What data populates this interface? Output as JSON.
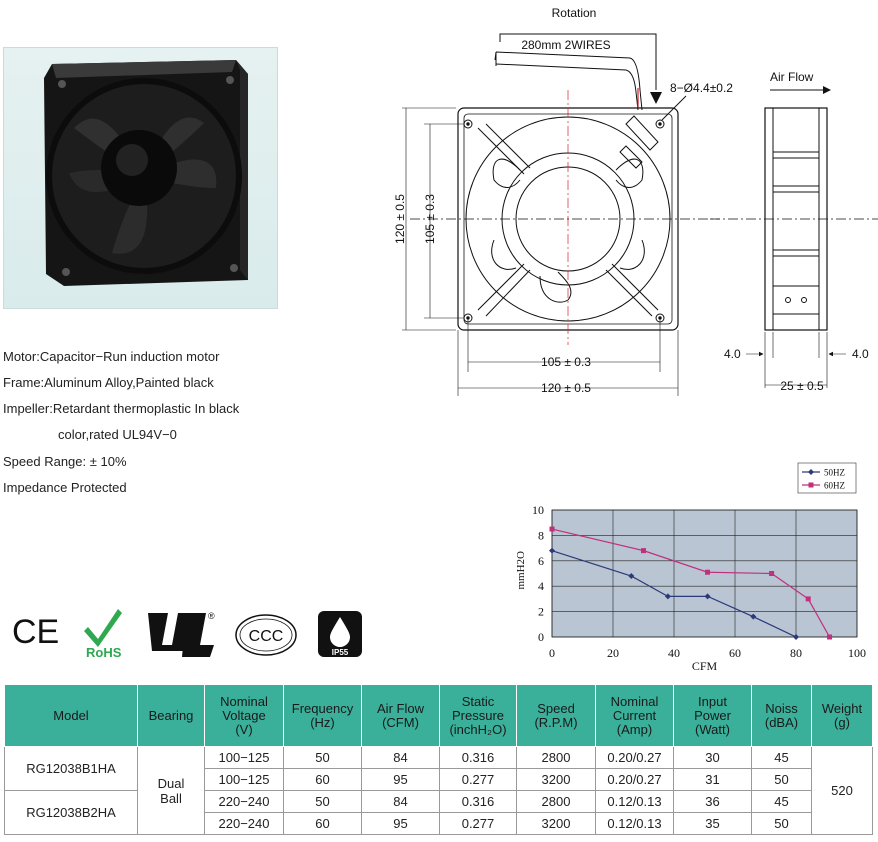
{
  "drawing": {
    "rotation": "Rotation",
    "wire": "280mm 2WIRES",
    "holes": "8−Ø4.4±0.2",
    "airflow": "Air Flow",
    "dim_120_v": "120 ± 0.5",
    "dim_105_v": "105 ± 0.3",
    "dim_105_h": "105 ± 0.3",
    "dim_120_h": "120 ± 0.5",
    "dim_4_left": "4.0",
    "dim_4_right": "4.0",
    "dim_25": "25 ± 0.5"
  },
  "specs": [
    "Motor:Capacitor−Run induction motor",
    "Frame:Aluminum Alloy,Painted black",
    "Impeller:Retardant thermoplastic In black",
    "color,rated UL94V−0",
    "Speed Range: ± 10%",
    "Impedance Protected"
  ],
  "certs": {
    "ce": "CE",
    "rohs": "RoHS",
    "ccc": "CCC",
    "ip": "IP55"
  },
  "chart_data": {
    "type": "line",
    "xlabel": "CFM",
    "ylabel": "mmH2O",
    "xlim": [
      0,
      100
    ],
    "ylim": [
      0,
      10
    ],
    "xticks": [
      0,
      20,
      40,
      60,
      80,
      100
    ],
    "yticks": [
      0,
      2,
      4,
      6,
      8,
      10
    ],
    "grid": true,
    "legend_position": "top-right",
    "series": [
      {
        "name": "50HZ",
        "color": "#2d3a7a",
        "x": [
          0,
          26,
          38,
          51,
          66,
          80
        ],
        "y": [
          6.8,
          4.8,
          3.2,
          3.2,
          1.6,
          0
        ]
      },
      {
        "name": "60HZ",
        "color": "#c0307e",
        "x": [
          0,
          30,
          51,
          72,
          84,
          91
        ],
        "y": [
          8.5,
          6.8,
          5.1,
          5.0,
          3.0,
          0
        ]
      }
    ]
  },
  "table": {
    "headers": [
      [
        "Model"
      ],
      [
        "Bearing"
      ],
      [
        "Nominal",
        "Voltage",
        "(V)"
      ],
      [
        "Frequency",
        "(Hz)"
      ],
      [
        "Air Flow",
        "(CFM)"
      ],
      [
        "Static",
        "Pressure",
        "(inchH₂O)"
      ],
      [
        "Speed",
        "(R.P.M)"
      ],
      [
        "Nominal",
        "Current",
        "(Amp)"
      ],
      [
        "Input",
        "Power",
        "(Watt)"
      ],
      [
        "Noiss",
        "(dBA)"
      ],
      [
        "Weight",
        "(g)"
      ]
    ],
    "models": [
      "RG12038B1HA",
      "RG12038B2HA"
    ],
    "bearing": [
      "Dual",
      "Ball"
    ],
    "weight": "520",
    "rows": [
      {
        "voltage": "100−125",
        "frequency": "50",
        "airflow": "84",
        "pressure": "0.316",
        "speed": "2800",
        "current": "0.20/0.27",
        "power": "30",
        "noise": "45"
      },
      {
        "voltage": "100−125",
        "frequency": "60",
        "airflow": "95",
        "pressure": "0.277",
        "speed": "3200",
        "current": "0.20/0.27",
        "power": "31",
        "noise": "50"
      },
      {
        "voltage": "220−240",
        "frequency": "50",
        "airflow": "84",
        "pressure": "0.316",
        "speed": "2800",
        "current": "0.12/0.13",
        "power": "36",
        "noise": "45"
      },
      {
        "voltage": "220−240",
        "frequency": "60",
        "airflow": "95",
        "pressure": "0.277",
        "speed": "3200",
        "current": "0.12/0.13",
        "power": "35",
        "noise": "50"
      }
    ]
  }
}
